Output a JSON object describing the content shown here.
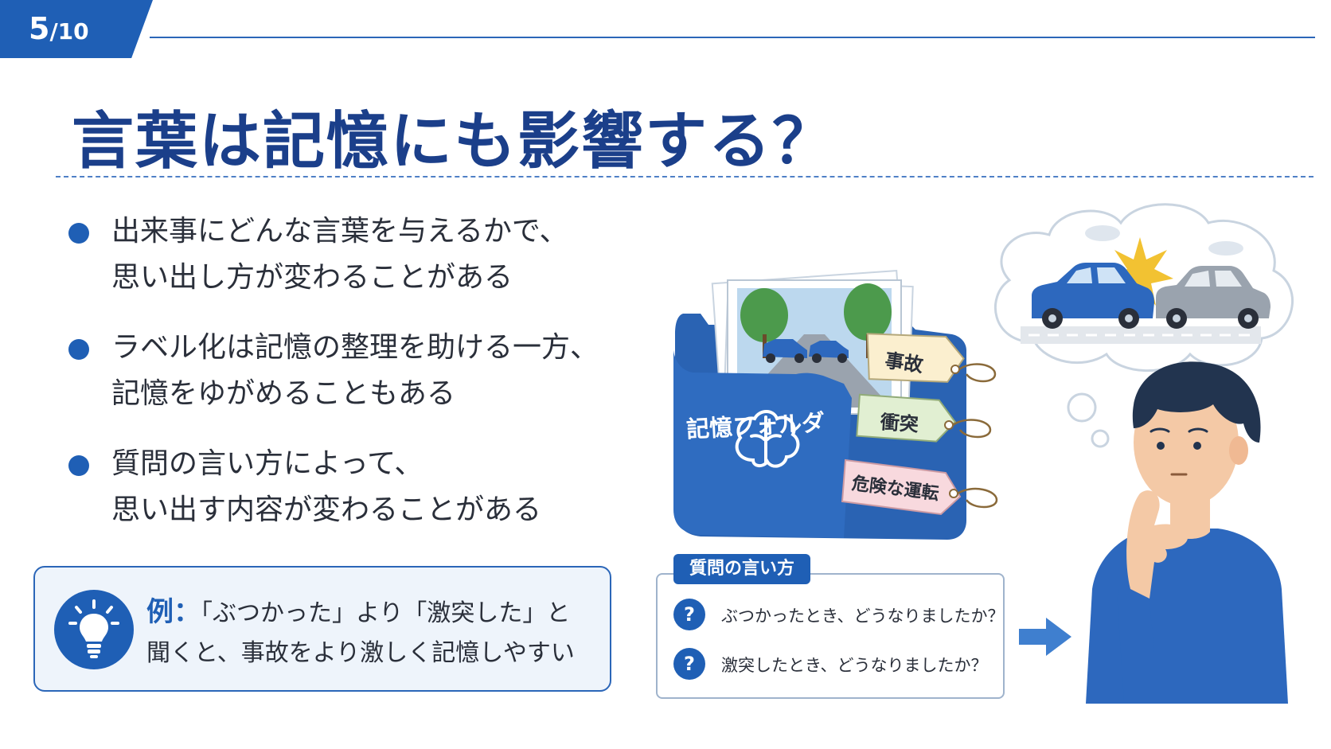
{
  "page": {
    "current": "5",
    "total": "/10"
  },
  "title": "言葉は記憶にも影響する？",
  "bullets": [
    {
      "line1": "出来事にどんな言葉を与えるかで、",
      "line2": "思い出し方が変わることがある"
    },
    {
      "line1": "ラベル化は記憶の整理を助ける一方、",
      "line2": "記憶をゆがめることもある"
    },
    {
      "line1": "質問の言い方によって、",
      "line2": "思い出す内容が変わることがある"
    }
  ],
  "example": {
    "label": "例：",
    "line1": "「ぶつかった」より「激突した」と",
    "line2": "聞くと、事故をより激しく記憶しやすい"
  },
  "folder": {
    "label": "記憶フォルダ",
    "tags": [
      "事故",
      "衝突",
      "危険な運転"
    ]
  },
  "questions": {
    "title": "質問の言い方",
    "items": [
      "ぶつかったとき、どうなりましたか？",
      "激突したとき、どうなりましたか？"
    ]
  },
  "colors": {
    "accent": "#1f5fb5",
    "title": "#1b3f8a",
    "tag1": "#fbefcf",
    "tag2": "#e1efd2",
    "tag3": "#f8d9de"
  },
  "icons": [
    "lightbulb-icon",
    "brain-icon",
    "question-icon",
    "arrow-right-icon",
    "car-icon",
    "collision-icon",
    "cloud-icon",
    "thinking-person-icon"
  ]
}
